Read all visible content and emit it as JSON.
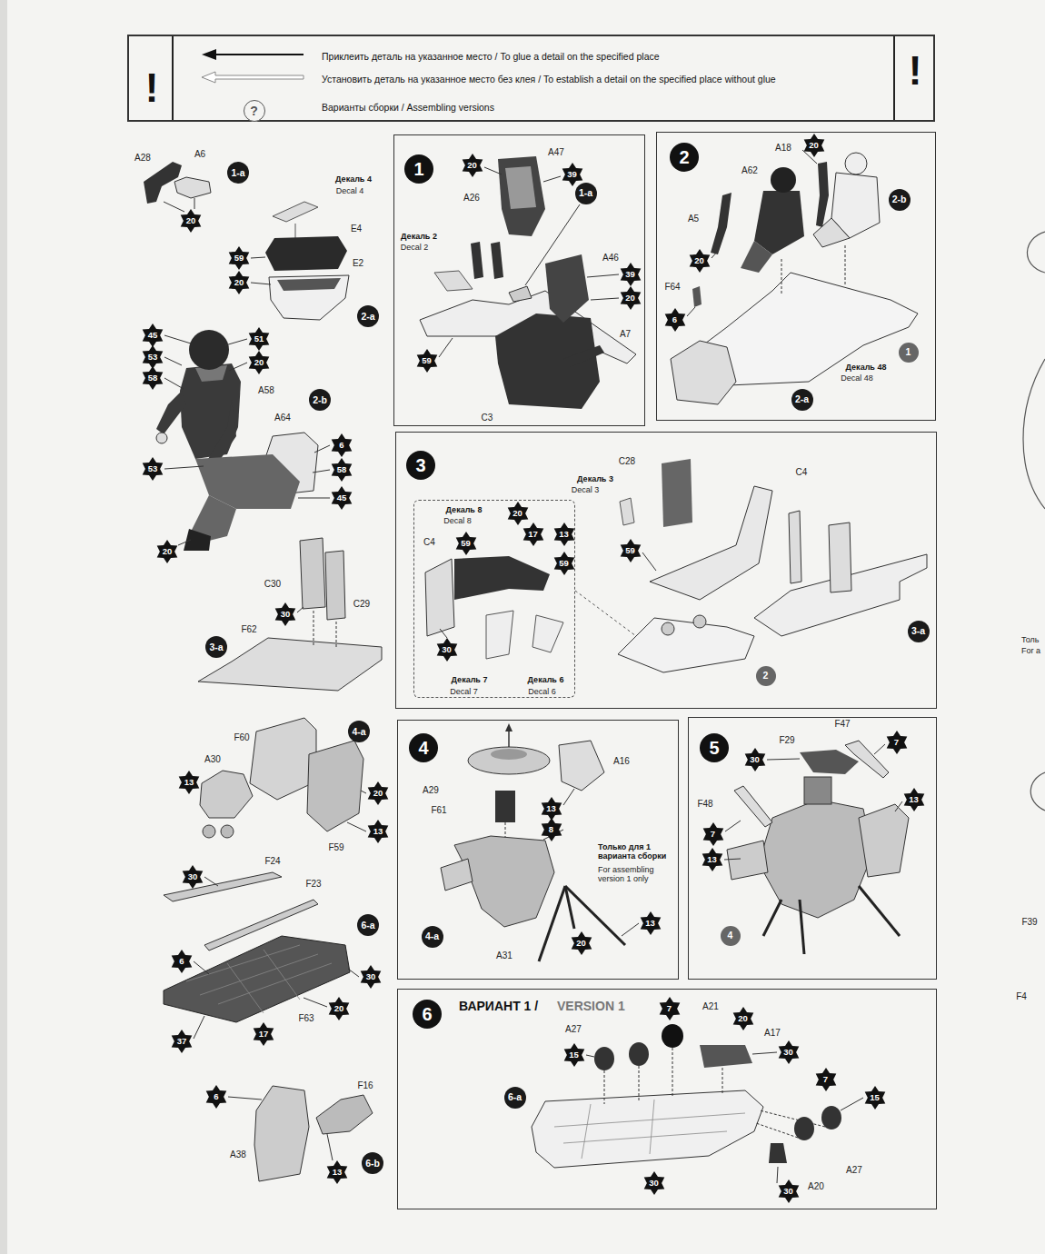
{
  "diagram": {
    "nodes": [
      {
        "text": [
          "!",
          "Приклеить деталь на указанное место / To glue a detail on the specified place",
          "Установить деталь на указанное место без клея / To establish a detail on the specified place without glue",
          "Варианты сборки / Assembling versions",
          "!"
        ]
      },
      {
        "text": [
          "?"
        ],
        "in": 0
      },
      {
        "text": [
          "1-a"
        ]
      },
      {
        "text": [
          "20"
        ]
      },
      {
        "text": [
          "59"
        ]
      },
      {
        "text": [
          "20"
        ]
      },
      {
        "text": [
          "2-a"
        ]
      },
      {
        "text": [
          "45"
        ]
      },
      {
        "text": [
          "51"
        ]
      },
      {
        "text": [
          "53"
        ]
      },
      {
        "text": [
          "20"
        ]
      },
      {
        "text": [
          "58"
        ]
      },
      {
        "text": [
          "2-b"
        ]
      },
      {
        "text": [
          "6"
        ]
      },
      {
        "text": [
          "53"
        ]
      },
      {
        "text": [
          "58"
        ]
      },
      {
        "text": [
          "45"
        ]
      },
      {
        "text": [
          "20"
        ]
      },
      {
        "text": [
          "30"
        ]
      },
      {
        "text": [
          "3-a"
        ]
      },
      {
        "text": [
          "4-a"
        ]
      },
      {
        "text": [
          "13"
        ]
      },
      {
        "text": [
          "20"
        ]
      },
      {
        "text": [
          "13"
        ]
      },
      {
        "text": [
          "30"
        ]
      },
      {
        "text": [
          "6-a"
        ]
      },
      {
        "text": [
          "6"
        ]
      },
      {
        "text": [
          "30"
        ]
      },
      {
        "text": [
          "20"
        ]
      },
      {
        "text": [
          "17"
        ]
      },
      {
        "text": [
          "37"
        ]
      },
      {
        "text": [
          "6"
        ]
      },
      {
        "text": [
          "6-b"
        ]
      },
      {
        "text": [
          "13"
        ]
      },
      {
        "text": [
          "1"
        ]
      },
      {
        "text": [
          "20"
        ],
        "in": 34
      },
      {
        "text": [
          "39"
        ],
        "in": 34
      },
      {
        "text": [
          "1-a"
        ],
        "in": 34
      },
      {
        "text": [
          "39"
        ],
        "in": 34
      },
      {
        "text": [
          "20"
        ],
        "in": 34
      },
      {
        "text": [
          "59"
        ],
        "in": 34
      },
      {
        "text": [
          "2"
        ]
      },
      {
        "text": [
          "20"
        ],
        "in": 41
      },
      {
        "text": [
          "2-b"
        ],
        "in": 41
      },
      {
        "text": [
          "20"
        ],
        "in": 41
      },
      {
        "text": [
          "6"
        ],
        "in": 41
      },
      {
        "text": [
          "1"
        ],
        "in": 41
      },
      {
        "text": [
          "2-a"
        ],
        "in": 41
      },
      {
        "text": [
          "3"
        ]
      },
      {
        "text": [
          "Декаль 8",
          "Decal 8",
          "C4",
          "Декаль 7",
          "Decal 7",
          "Декаль 6",
          "Decal 6"
        ],
        "in": 48
      },
      {
        "text": [
          "20"
        ],
        "in": 49
      },
      {
        "text": [
          "17"
        ],
        "in": 49
      },
      {
        "text": [
          "13"
        ],
        "in": 49
      },
      {
        "text": [
          "59"
        ],
        "in": 49
      },
      {
        "text": [
          "59"
        ],
        "in": 49
      },
      {
        "text": [
          "30"
        ],
        "in": 49
      },
      {
        "text": [
          "59"
        ],
        "in": 48
      },
      {
        "text": [
          "3-a"
        ],
        "in": 48
      },
      {
        "text": [
          "2"
        ],
        "in": 48
      },
      {
        "text": [
          "4"
        ]
      },
      {
        "text": [
          "13"
        ],
        "in": 59
      },
      {
        "text": [
          "8"
        ],
        "in": 59
      },
      {
        "text": [
          "4-a"
        ],
        "in": 59
      },
      {
        "text": [
          "13"
        ],
        "in": 59
      },
      {
        "text": [
          "20"
        ],
        "in": 59
      },
      {
        "text": [
          "5"
        ]
      },
      {
        "text": [
          "30"
        ],
        "in": 65
      },
      {
        "text": [
          "7"
        ],
        "in": 65
      },
      {
        "text": [
          "13"
        ],
        "in": 65
      },
      {
        "text": [
          "7"
        ],
        "in": 65
      },
      {
        "text": [
          "13"
        ],
        "in": 65
      },
      {
        "text": [
          "4"
        ],
        "in": 65
      },
      {
        "text": [
          "6",
          "ВАРИАНТ 1 /",
          "VERSION 1"
        ]
      },
      {
        "text": [
          "7"
        ],
        "in": 72
      },
      {
        "text": [
          "20"
        ],
        "in": 72
      },
      {
        "text": [
          "15"
        ],
        "in": 72
      },
      {
        "text": [
          "30"
        ],
        "in": 72
      },
      {
        "text": [
          "7"
        ],
        "in": 72
      },
      {
        "text": [
          "6-a"
        ],
        "in": 72
      },
      {
        "text": [
          "15"
        ],
        "in": 72
      },
      {
        "text": [
          "30"
        ],
        "in": 72
      },
      {
        "text": [
          "30"
        ],
        "in": 72
      }
    ],
    "labels": [
      "A28",
      "A6",
      "Декаль 4",
      "Decal 4",
      "E4",
      "E2",
      "A58",
      "A64",
      "C30",
      "C29",
      "F62",
      "F60",
      "A30",
      "F59",
      "F24",
      "F23",
      "F63",
      "F16",
      "A38",
      "A47",
      "A26",
      "Декаль 2",
      "Decal 2",
      "A46",
      "A7",
      "C3",
      "A18",
      "A62",
      "A5",
      "F64",
      "Декаль 48",
      "Decal 48",
      "C28",
      "Декаль 3",
      "Decal 3",
      "C4",
      "A29",
      "A16",
      "F61",
      "Только для 1 варианта сборки",
      "For assembling version 1 only",
      "A31",
      "F29",
      "F47",
      "F48",
      "A27",
      "A21",
      "A17",
      "A27",
      "A20",
      "Толь",
      "For a",
      "F39",
      "F4"
    ]
  }
}
